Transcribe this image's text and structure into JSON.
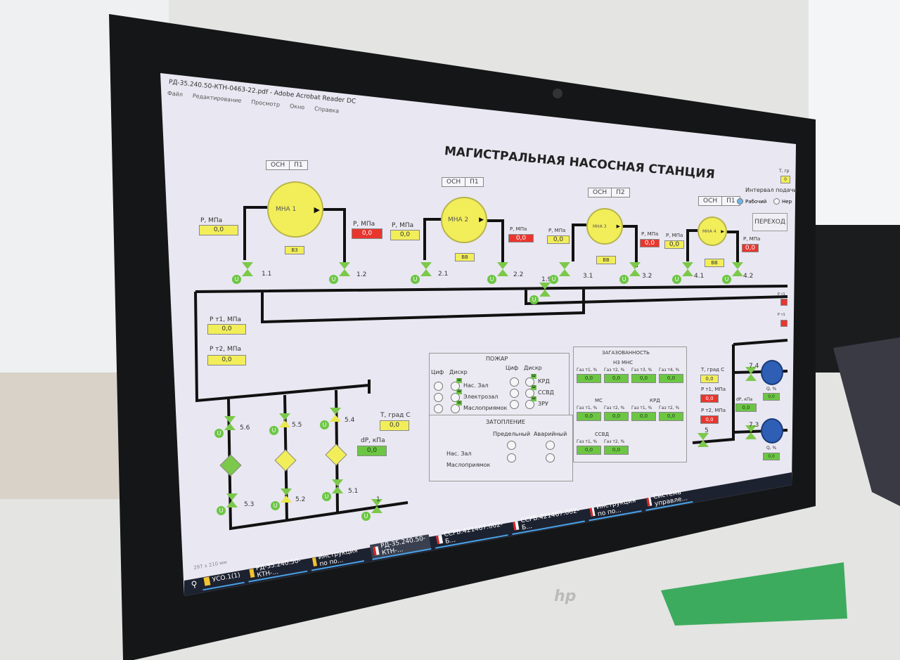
{
  "window": {
    "title": "РД-35.240.50-КТН-0463-22.pdf - Adobe Acrobat Reader DC",
    "menu": [
      "Файл",
      "Редактирование",
      "Просмотр",
      "Окно",
      "Справка"
    ],
    "page_size": "297 x 210 мм"
  },
  "title": "МАГИСТРАЛЬНАЯ НАСОСНАЯ СТАНЦИЯ",
  "pumps": [
    {
      "name": "МНА 1",
      "mode": "ОСН",
      "pos": "П1",
      "state": "ВЗ"
    },
    {
      "name": "МНА 2",
      "mode": "ОСН",
      "pos": "П1",
      "state": "ВВ"
    },
    {
      "name": "МНА 3",
      "mode": "ОСН",
      "pos": "П2",
      "state": "ВВ"
    },
    {
      "name": "МНА 4",
      "mode": "ОСН",
      "pos": "П1",
      "state": "ВВ"
    }
  ],
  "pressure_label": "Р, МПа",
  "pressures": [
    "0,0",
    "0,0",
    "0,0",
    "0,0",
    "0,0",
    "0,0",
    "0,0",
    "0,0"
  ],
  "valves": [
    "1.1",
    "1.2",
    "2.1",
    "2.2",
    "1.9",
    "3.1",
    "3.2",
    "4.1",
    "4.2",
    "5.6",
    "5.5",
    "5.4",
    "5.3",
    "5.2",
    "5.1",
    "1",
    "7.4",
    "7.3",
    "5"
  ],
  "valve_mark": "U",
  "pt1": {
    "label": "Р т1, МПа",
    "value": "0,0"
  },
  "pt2": {
    "label": "Р т2, МПа",
    "value": "0,0"
  },
  "temp": {
    "label": "Т, град С",
    "value": "0,0"
  },
  "dp": {
    "label": "dP, кПа",
    "value": "0,0"
  },
  "right": {
    "interval_label": "Интервал подачи",
    "radio_work": "Рабочий",
    "radio_non": "Нер",
    "transition_button": "ПЕРЕХОД",
    "t_label": "Т, гр",
    "t_value": "0",
    "temp_label": "Т, град С",
    "temp_value": "0,0",
    "pt1_label": "Р т1, МПа",
    "pt1_value": "0,0",
    "pt2_label": "Р т2, МПа",
    "pt2_value": "0,0",
    "dp_label": "dP, кПа",
    "dp_value": "0,0",
    "q_label": "Q, %",
    "q1": "0,0",
    "q2": "0,0",
    "edge1": "Р т1",
    "edge2": "Р т1"
  },
  "fire": {
    "title": "ПОЖАР",
    "col_dig": "Циф",
    "col_disc": "Дискр",
    "rows_left": [
      "Нас. Зал",
      "Электрозал",
      "Маслоприямок"
    ],
    "rows_right": [
      "КРД",
      "ССВД",
      "ЗРУ"
    ],
    "flag": "Ш"
  },
  "flood": {
    "title": "ЗАТОПЛЕНИЕ",
    "col1": "Предельный",
    "col2": "Аварийный",
    "rows": [
      "Нас. Зал",
      "Маслоприямок"
    ]
  },
  "gas": {
    "title": "ЗАГАЗОВАННОСТЬ",
    "groups": [
      {
        "name": "НЗ МНС",
        "items": [
          {
            "label": "Газ т1, %",
            "value": "0,0"
          },
          {
            "label": "Газ т2, %",
            "value": "0,0"
          },
          {
            "label": "Газ т3, %",
            "value": "0,0"
          },
          {
            "label": "Газ т4, %",
            "value": "0,0"
          }
        ]
      },
      {
        "name": "МС",
        "items": [
          {
            "label": "Газ т1, %",
            "value": "0,0"
          },
          {
            "label": "Газ т2, %",
            "value": "0,0"
          }
        ]
      },
      {
        "name": "КРД",
        "items": [
          {
            "label": "Газ т1, %",
            "value": "0,0"
          },
          {
            "label": "Газ т2, %",
            "value": "0,0"
          }
        ]
      },
      {
        "name": "ССВД",
        "items": [
          {
            "label": "Газ т1, %",
            "value": "0,0"
          },
          {
            "label": "Газ т2, %",
            "value": "0,0"
          }
        ]
      }
    ]
  },
  "taskbar": [
    "УСО.1(1)",
    "РД-35.240.50-КТН-...",
    "Инструкция по по...",
    "РД-35.240.50-КТН-...",
    "ССРВ.421467.002-Б...",
    "ССРВ.421467.002-Б...",
    "Инструкция по по...",
    "Система управле..."
  ],
  "brand": "hp"
}
